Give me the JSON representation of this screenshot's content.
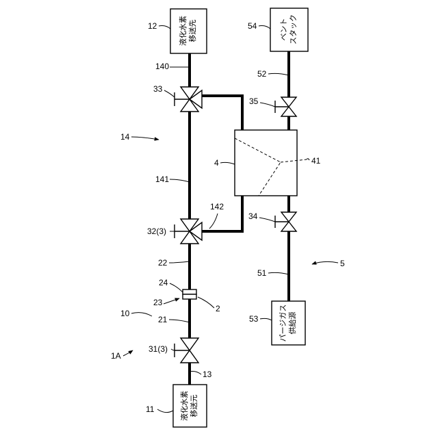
{
  "boxes": {
    "source": {
      "line1": "液化水素",
      "line2": "移送元"
    },
    "dest": {
      "line1": "液化水素",
      "line2": "移送先"
    },
    "vent": {
      "line1": "ベント",
      "line2": "スタック"
    },
    "purge": {
      "line1": "パージガス",
      "line2": "供給源"
    }
  },
  "refs": {
    "r1A": "1A",
    "r11": "11",
    "r13": "13",
    "r31": "31(3)",
    "r10": "10",
    "r21": "21",
    "r23": "23",
    "r2": "2",
    "r24": "24",
    "r22": "22",
    "r32": "32(3)",
    "r142": "142",
    "r141": "141",
    "r14": "14",
    "r33": "33",
    "r140": "140",
    "r12": "12",
    "r4": "4",
    "r41": "41",
    "r54": "54",
    "r52": "52",
    "r35": "35",
    "r34": "34",
    "r51": "51",
    "r5": "5",
    "r53": "53"
  }
}
